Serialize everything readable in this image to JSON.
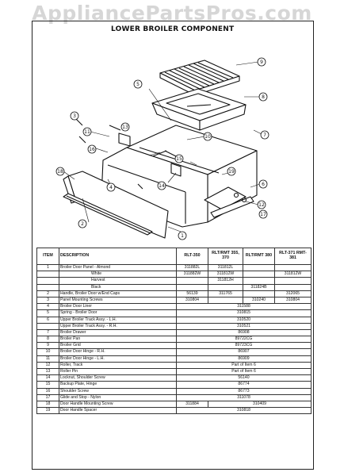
{
  "watermark": "AppliancePartsPros.com",
  "title": "LOWER BROILER COMPONENT",
  "callouts": [
    "1",
    "2",
    "3",
    "4",
    "5",
    "6",
    "7",
    "8",
    "9",
    "10",
    "11",
    "12",
    "13",
    "14",
    "15",
    "16",
    "17",
    "18",
    "19"
  ],
  "table": {
    "headers": {
      "item": "ITEM",
      "description": "DESCRIPTION",
      "models": [
        "RLT-350",
        "RLT/RMT 355, 370",
        "RLT/RMT 380",
        "RLT-371 RMT-381"
      ]
    },
    "rows": [
      {
        "item": "1",
        "desc": "Broiler Door Panel - Almond",
        "sub": false,
        "cells": [
          "311882L",
          "311812L",
          "",
          ""
        ]
      },
      {
        "item": "",
        "desc": "White",
        "sub": true,
        "cells": [
          "311882W",
          "311812W",
          "",
          "311812W"
        ]
      },
      {
        "item": "",
        "desc": "Harvest",
        "sub": true,
        "cells": [
          "",
          "311812H",
          "",
          ""
        ]
      },
      {
        "item": "",
        "desc": "Black",
        "sub": true,
        "cells": [
          "",
          "",
          "311824B",
          ""
        ]
      },
      {
        "item": "2",
        "desc": "Handle, Broiler Door w/End Caps",
        "sub": false,
        "cells": [
          "56139",
          "311765",
          "",
          "312065"
        ]
      },
      {
        "item": "3",
        "desc": "Panel Mounting Screws",
        "sub": false,
        "cells": [
          "310804",
          "",
          "310240",
          "310804"
        ]
      },
      {
        "item": "4",
        "desc": "Broiler Door Liner",
        "sub": false,
        "span": "311588"
      },
      {
        "item": "5",
        "desc": "Spring - Broiler Door",
        "sub": false,
        "span": "310815"
      },
      {
        "item": "6",
        "desc": "Upper Broiler Track Assy. - L.H.",
        "sub": false,
        "span": "310520"
      },
      {
        "item": "",
        "desc": "Upper Broiler Track Assy. - R.H.",
        "sub": false,
        "span": "310521"
      },
      {
        "item": "7",
        "desc": "Broiler Drawer",
        "sub": false,
        "span": "86908"
      },
      {
        "item": "8",
        "desc": "Broiler Pan",
        "sub": false,
        "span": "89722CG"
      },
      {
        "item": "9",
        "desc": "Broiler Grid",
        "sub": false,
        "span": "89723CG"
      },
      {
        "item": "10",
        "desc": "Broiler Door Hinge - R.H.",
        "sub": false,
        "span": "86907"
      },
      {
        "item": "11",
        "desc": "Broiler Door Hinge - L.H.",
        "sub": false,
        "span": "86909"
      },
      {
        "item": "12",
        "desc": "Roller, Track",
        "sub": false,
        "span": "Part of Item 6"
      },
      {
        "item": "13",
        "desc": "Roller Pin",
        "sub": false,
        "span": "Part of Item 6"
      },
      {
        "item": "14",
        "desc": "Locknut, Shoulder Screw",
        "sub": false,
        "span": "56140"
      },
      {
        "item": "15",
        "desc": "Backup Plate, Hinge",
        "sub": false,
        "span": "86774"
      },
      {
        "item": "16",
        "desc": "Shoulder Screw",
        "sub": false,
        "span": "86773"
      },
      {
        "item": "17",
        "desc": "Glide and Stop - Nylon",
        "sub": false,
        "span": "311078"
      },
      {
        "item": "18",
        "desc": "Door Handle Mounting Screw",
        "sub": false,
        "cells": [
          "311884",
          "310409",
          "",
          ""
        ],
        "span_from": 1
      },
      {
        "item": "19",
        "desc": "Door Handle Spacer",
        "sub": false,
        "span": "310818"
      }
    ]
  }
}
